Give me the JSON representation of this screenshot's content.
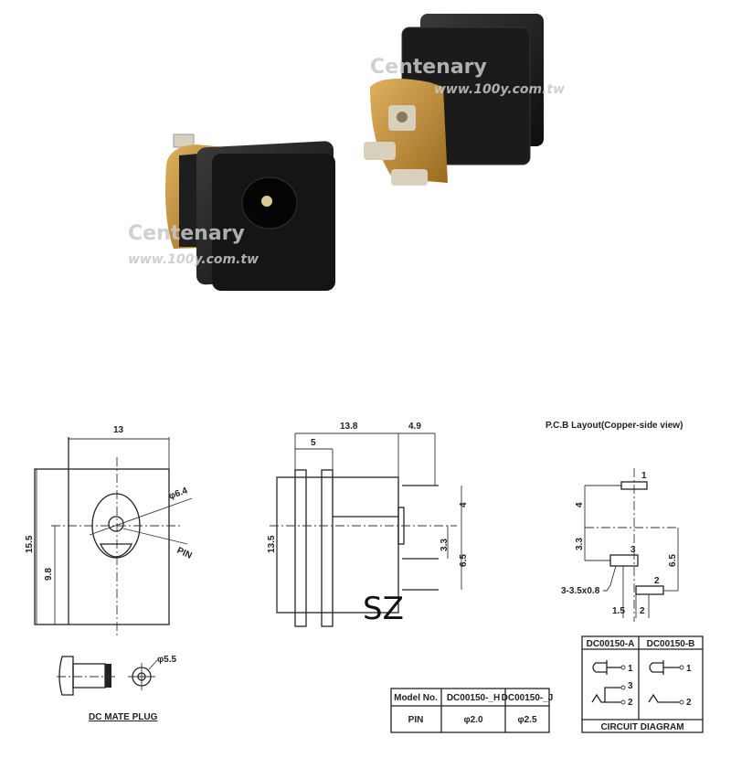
{
  "watermark": {
    "brand": "Centenary",
    "url": "www.100y.com.tw"
  },
  "front_view": {
    "width_dim": "13",
    "height_dim": "15.5",
    "center_dim": "9.8",
    "hole_dim": "φ6.4",
    "pin_label": "PIN"
  },
  "side_view": {
    "length_dim": "13.8",
    "flange_dim": "5",
    "pin_dim": "4.9",
    "height_dim": "13.5",
    "pin_spacing_a": "3.3",
    "pin_spacing_b": "6.5",
    "pin_spacing_c": "4",
    "overlay_text": "SZ"
  },
  "pcb_layout": {
    "title": "P.C.B Layout(Copper-side view)",
    "pin1": "1",
    "pin2": "2",
    "pin3": "3",
    "dim_4": "4",
    "dim_33": "3.3",
    "dim_65": "6.5",
    "hole_spec": "3-3.5x0.8",
    "dim_15": "1.5",
    "dim_2": "2"
  },
  "mate_plug": {
    "label": "DC MATE PLUG",
    "dim": "φ5.5"
  },
  "model_table": {
    "headers": [
      "Model No.",
      "DC00150-_H",
      "DC00150-_J"
    ],
    "row": [
      "PIN",
      "φ2.0",
      "φ2.5"
    ]
  },
  "circuit": {
    "col_a": "DC00150-A",
    "col_b": "DC00150-B",
    "a_pins": [
      "1",
      "3",
      "2"
    ],
    "b_pins": [
      "1",
      "2"
    ],
    "footer": "CIRCUIT DIAGRAM"
  },
  "colors": {
    "jack_body": "#1a1a1a",
    "brass": "#c8913a",
    "terminal": "#d8d0bc"
  }
}
